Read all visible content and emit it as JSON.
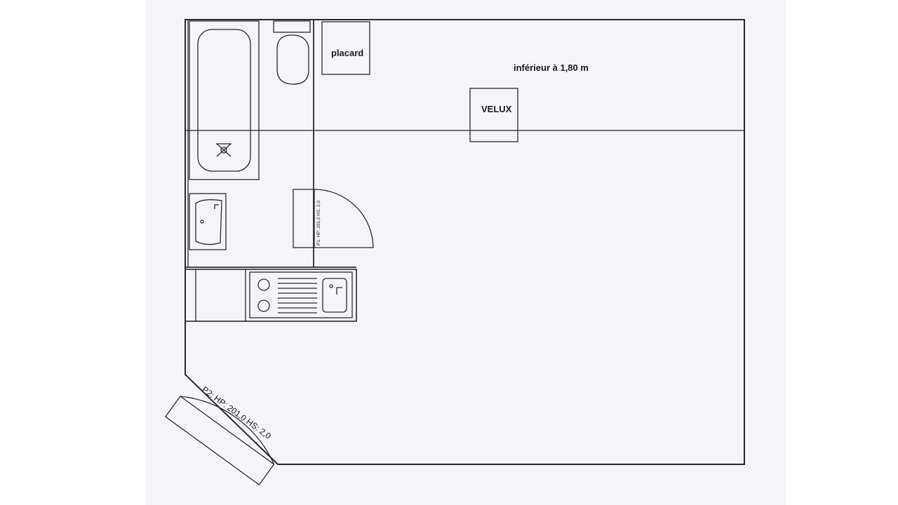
{
  "labels": {
    "closet": "placard",
    "height_note": "inférieur à 1,80 m",
    "skylight": "VELUX",
    "door_p1": "P1: HP: 201,0 HS: 2,0",
    "door_p2": "P2: HP: 201,0 HS: 2,0"
  },
  "colors": {
    "line": "#2a2a2a",
    "paper": "#f5f5f9"
  }
}
